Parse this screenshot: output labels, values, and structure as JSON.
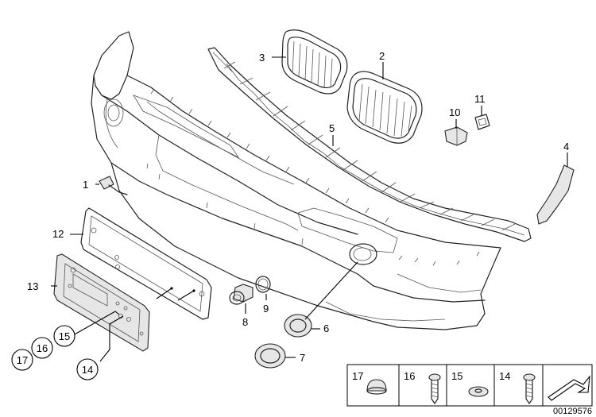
{
  "diagram": {
    "callouts": [
      {
        "id": "c1",
        "label": "1"
      },
      {
        "id": "c2",
        "label": "2"
      },
      {
        "id": "c3",
        "label": "3"
      },
      {
        "id": "c4",
        "label": "4"
      },
      {
        "id": "c5",
        "label": "5"
      },
      {
        "id": "c6",
        "label": "6"
      },
      {
        "id": "c7",
        "label": "7"
      },
      {
        "id": "c8",
        "label": "8"
      },
      {
        "id": "c9",
        "label": "9"
      },
      {
        "id": "c10",
        "label": "10"
      },
      {
        "id": "c11",
        "label": "11"
      },
      {
        "id": "c12",
        "label": "12"
      },
      {
        "id": "c13",
        "label": "13"
      },
      {
        "id": "c14",
        "label": "14"
      },
      {
        "id": "c15",
        "label": "15"
      },
      {
        "id": "c16",
        "label": "16"
      },
      {
        "id": "c17",
        "label": "17"
      }
    ],
    "legend": [
      {
        "label": "17",
        "icon": "plug-cap-icon"
      },
      {
        "label": "16",
        "icon": "screw-icon"
      },
      {
        "label": "15",
        "icon": "washer-icon"
      },
      {
        "label": "14",
        "icon": "screw-icon"
      }
    ],
    "doc_number": "00129576"
  },
  "colors": {
    "line": "#222222",
    "fill": "#e6e6e6",
    "background": "#ffffff"
  }
}
